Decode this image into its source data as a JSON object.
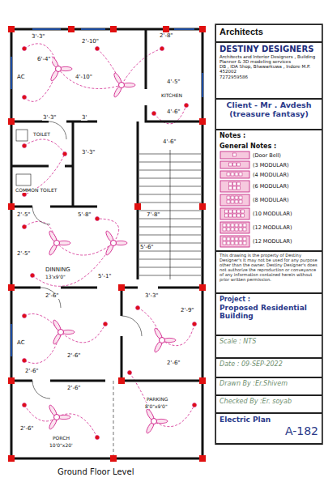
{
  "diagram": {
    "nodes": [
      {
        "text": [
          "Architects"
        ]
      },
      {
        "text": [
          "DESTINY DESIGNERS",
          "Architects and Interior Designers , Building Planner & 3D modeling services",
          "DB , IDA Shop, Bhawarkuwa , Indore M.P. 452002",
          "7272959586"
        ]
      },
      {
        "text": [
          "Client - Mr . Avdesh (treasure fantasy)"
        ]
      },
      {
        "text": [
          "Notes :",
          "General Notes :"
        ]
      },
      {
        "text": [
          "This drawing is the property of Destiny Designer's It may not be used for any purpose other than the owner. Destiny Designer's does not authorize the reproduction or conveyance of any information contained herein without prior written permission."
        ]
      },
      {
        "text": [
          "Project :",
          "Proposed Residential Building"
        ]
      },
      {
        "text": [
          "Scale : NTS"
        ]
      },
      {
        "text": [
          "Date : 09-SEP-2022"
        ]
      },
      {
        "text": [
          "Drawn By :Er.Shivem"
        ]
      },
      {
        "text": [
          "Checked By :Er. soyab"
        ]
      },
      {
        "text": [
          "Electric Plan",
          "A-182"
        ]
      }
    ],
    "labels": [
      "2'-8\"",
      "3'-3\"",
      "2'-10\"",
      "6'-4\"",
      "4'-10\"",
      "AC",
      "4'-5\"",
      "KITCHEN",
      "4'-6\"",
      "3'-3\"",
      "3'",
      "TOILET",
      "3'-3\"",
      "4'-6\"",
      "COMMON TOILET",
      "2'-5\"",
      "5'-8\"",
      "7'-8\"",
      "5'-6\"",
      "2'-5\"",
      "DINNING",
      "5'-1\"",
      "2'-6\"",
      "3'-3\"",
      "2'-9\"",
      "AC",
      "2'-6\"",
      "2'-6\"",
      "2'-6\"",
      "2'-6\"",
      "PARKING",
      "2'-6\"",
      "PORCH",
      "Ground Floor Level",
      "13'x9'0\"",
      "8'0\"x9'0\"",
      "10'0\"x20'"
    ],
    "legend": [
      {
        "text": "(Door Bell)"
      },
      {
        "text": "(3 MODULAR)"
      },
      {
        "text": "(4 MODULAR)"
      },
      {
        "text": "(6 MODULAR)"
      },
      {
        "text": "(8 MODULAR)"
      },
      {
        "text": "(10 MODULAR)"
      },
      {
        "text": "(12 MODULAR)"
      },
      {
        "text": "(12 MODULAR)"
      }
    ]
  }
}
